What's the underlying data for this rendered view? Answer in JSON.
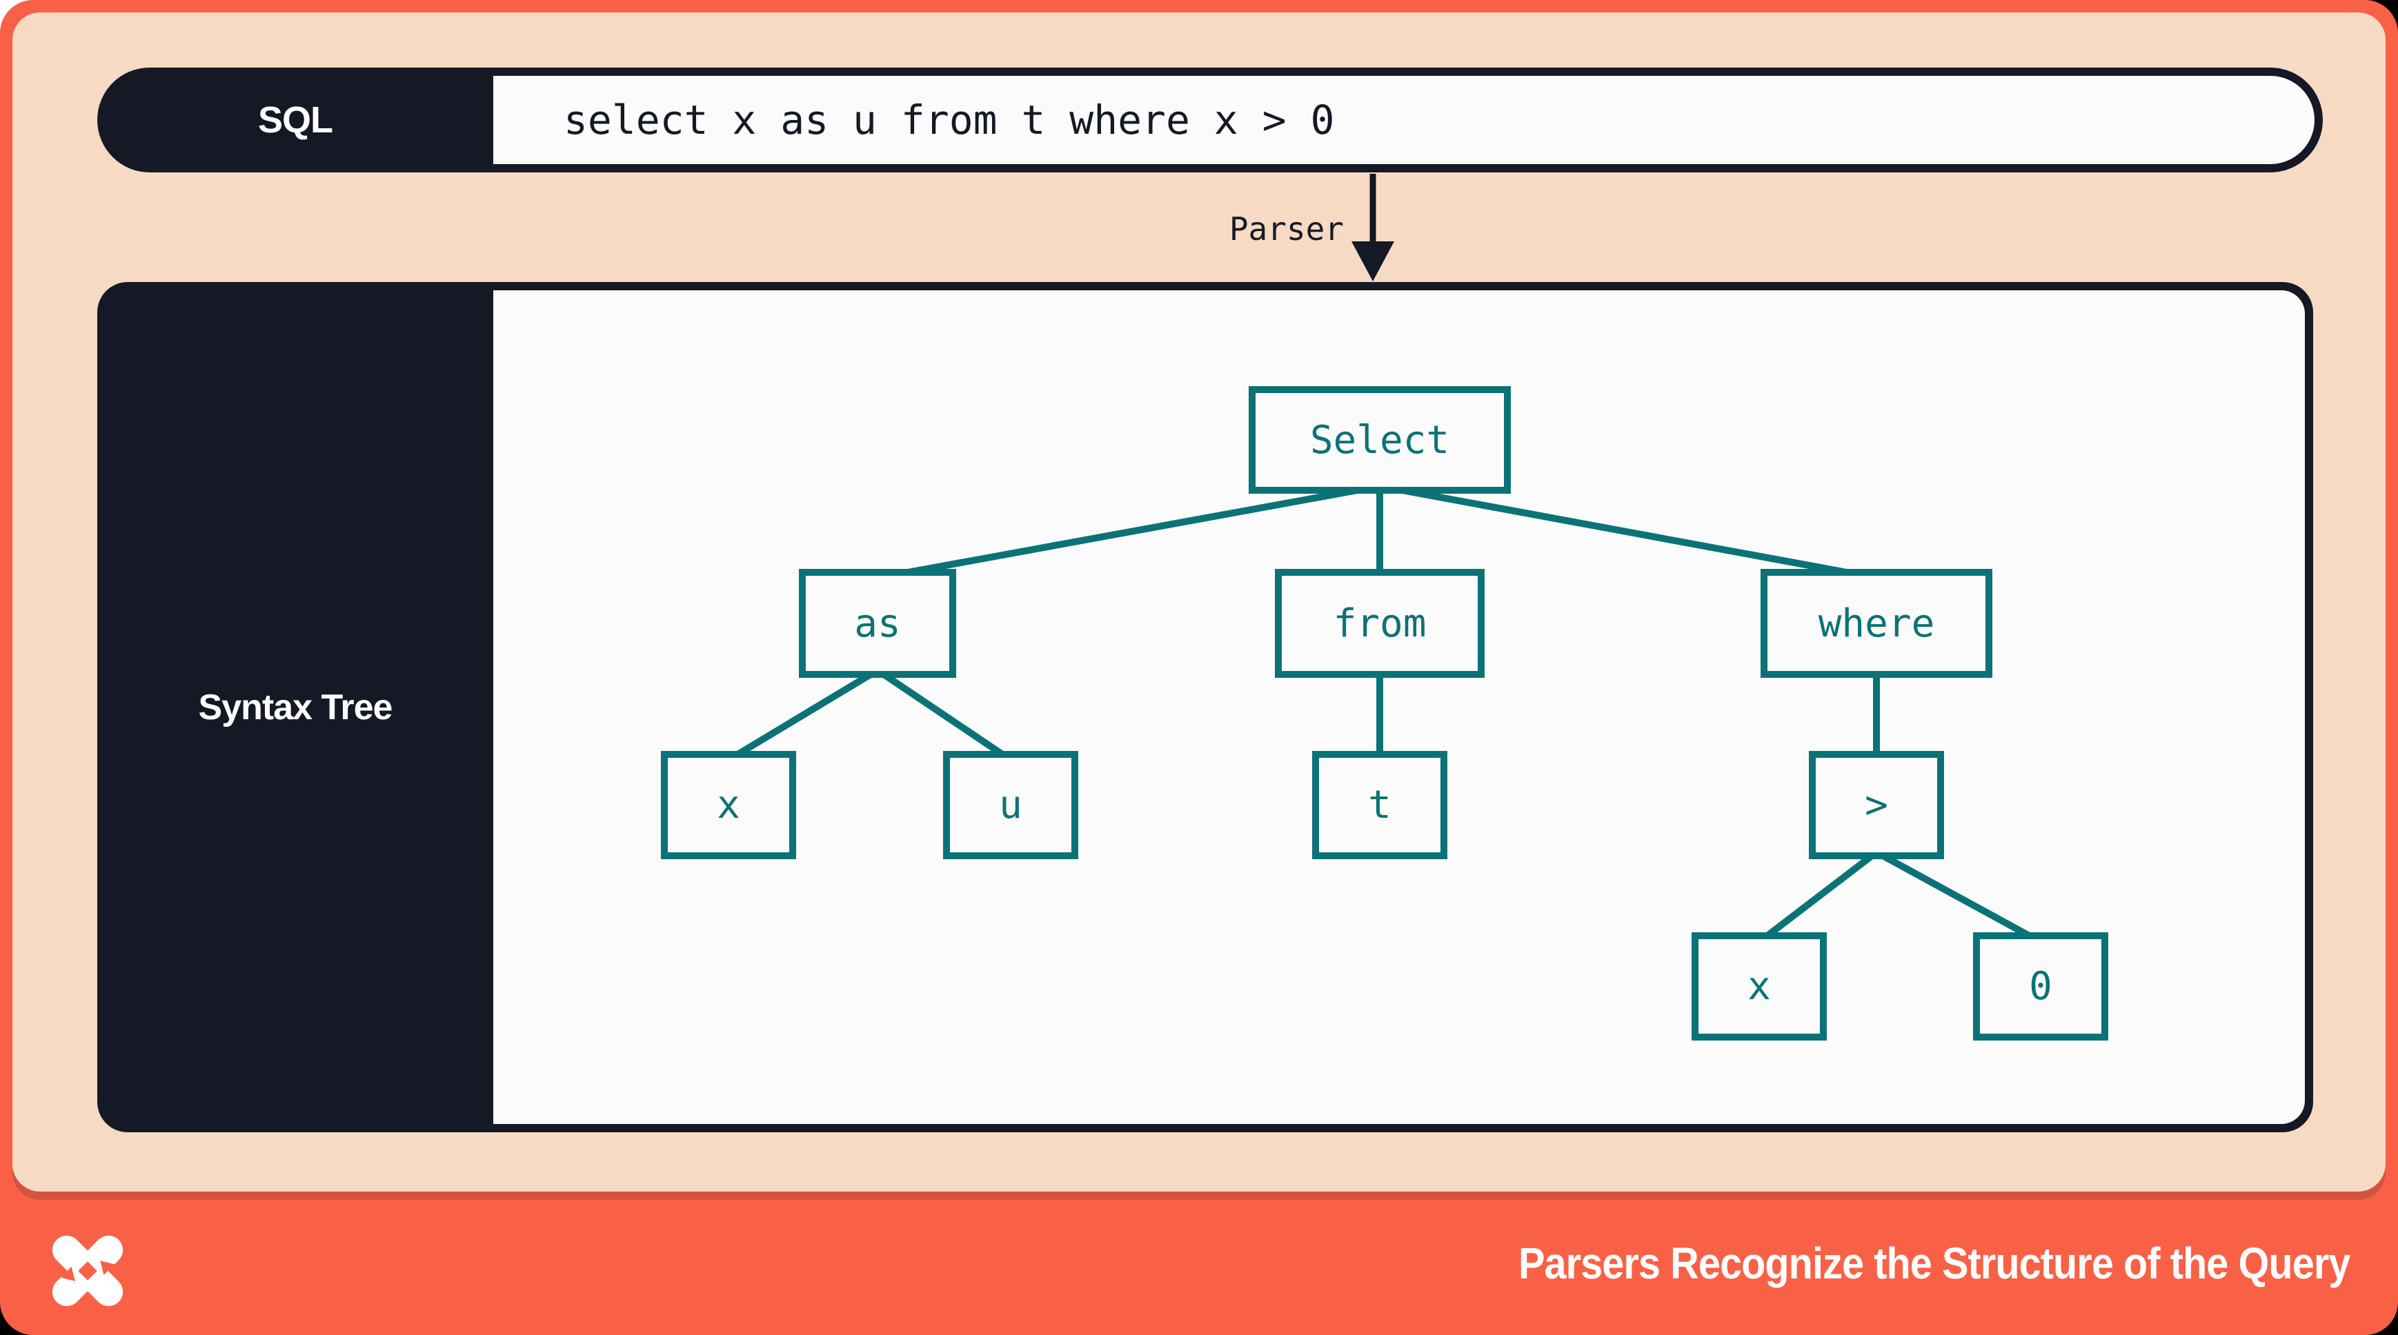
{
  "slide": {
    "sql_bar": {
      "label": "SQL",
      "query": "select x as u from t where x > 0"
    },
    "parser": {
      "label": "Parser"
    },
    "syntax_tree": {
      "label": "Syntax Tree",
      "nodes": [
        {
          "id": "select",
          "label": "Select"
        },
        {
          "id": "as",
          "label": "as"
        },
        {
          "id": "from",
          "label": "from"
        },
        {
          "id": "where",
          "label": "where"
        },
        {
          "id": "x1",
          "label": "x"
        },
        {
          "id": "u",
          "label": "u"
        },
        {
          "id": "t",
          "label": "t"
        },
        {
          "id": "gt",
          "label": ">"
        },
        {
          "id": "x2",
          "label": "x"
        },
        {
          "id": "zero",
          "label": "0"
        }
      ],
      "edges": [
        [
          "Select",
          "as"
        ],
        [
          "Select",
          "from"
        ],
        [
          "Select",
          "where"
        ],
        [
          "as",
          "x"
        ],
        [
          "as",
          "u"
        ],
        [
          "from",
          "t"
        ],
        [
          "where",
          ">"
        ],
        [
          ">",
          "x"
        ],
        [
          ">",
          "0"
        ]
      ]
    },
    "footer": {
      "logo": "dolt-x-logo",
      "title": "Parsers Recognize the Structure of the Query"
    }
  },
  "colors": {
    "navy": "#141925",
    "teal": "#0b7377",
    "peach": "#f7dac3",
    "orange": "#f96146",
    "panel_white": "#fbfbfb"
  }
}
